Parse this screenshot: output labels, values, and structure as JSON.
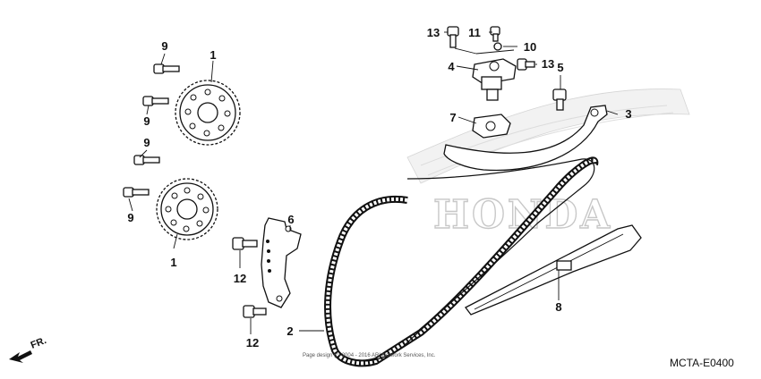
{
  "diagram": {
    "code": "MCTA-E0400",
    "watermark": "HONDA",
    "copyright": "Page design (c) 2004 - 2016 ARI Network Services, Inc.",
    "direction_label": "FR.",
    "callouts": {
      "c1_top": "1",
      "c1_bottom": "1",
      "c2": "2",
      "c3": "3",
      "c4": "4",
      "c5": "5",
      "c6": "6",
      "c7": "7",
      "c8": "8",
      "c9_a": "9",
      "c9_b": "9",
      "c9_c": "9",
      "c9_d": "9",
      "c10": "10",
      "c11": "11",
      "c12_a": "12",
      "c12_b": "12",
      "c13_a": "13",
      "c13_b": "13"
    }
  }
}
